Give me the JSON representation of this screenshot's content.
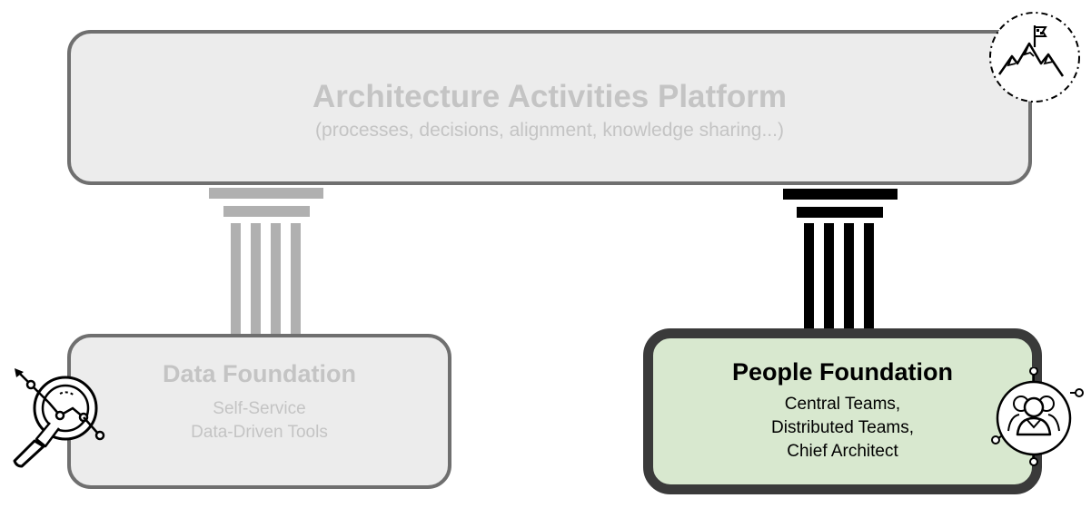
{
  "platform": {
    "title": "Architecture Activities Platform",
    "subtitle": "(processes, decisions, alignment, knowledge sharing...)"
  },
  "data_foundation": {
    "title": "Data Foundation",
    "lines": [
      "Self-Service",
      "Data-Driven Tools"
    ]
  },
  "people_foundation": {
    "title": "People Foundation",
    "lines": [
      "Central Teams,",
      "Distributed Teams,",
      "Chief Architect"
    ]
  },
  "colors": {
    "faded_text": "#c4c4c4",
    "box_border": "#6f6f6f",
    "box_fill": "#ececec",
    "highlight_fill": "#d8e8cf",
    "highlight_border": "#3a3a3a",
    "gray_pillar": "#b0b0b0",
    "black_pillar": "#000000"
  },
  "icons": [
    "mountain-flag-icon",
    "magnifier-analytics-icon",
    "people-network-icon"
  ]
}
